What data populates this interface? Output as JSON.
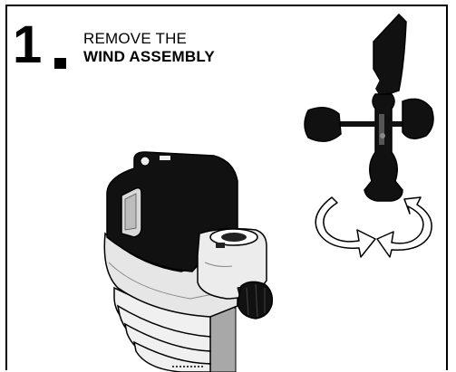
{
  "step": {
    "number": "1",
    "line1": "REMOVE THE",
    "line2": "WIND ASSEMBLY"
  },
  "colors": {
    "ink": "#000000",
    "housing_dark": "#111111",
    "housing_light": "#e6e6e6",
    "housing_mid": "#c8c8c8",
    "mast": "#a8a8a8"
  },
  "icons": [
    "rotate-left-arrow-icon",
    "rotate-right-arrow-icon"
  ]
}
